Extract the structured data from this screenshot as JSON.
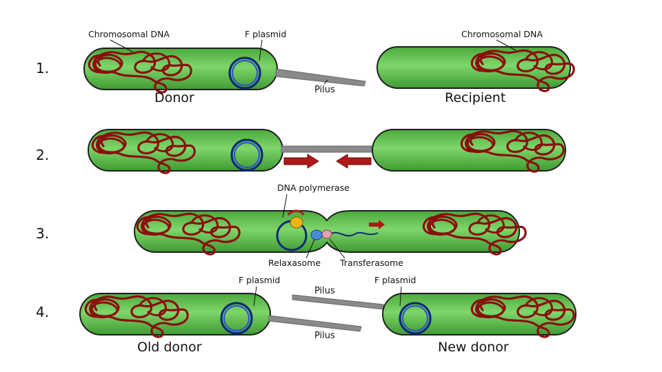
{
  "steps": [
    {
      "number": "1.",
      "left_cell": "Donor",
      "right_cell": "Recipient",
      "labels": {
        "chromosomal_left": "Chromosomal DNA",
        "f_plasmid": "F plasmid",
        "chromosomal_right": "Chromosomal DNA",
        "pilus": "Pilus"
      }
    },
    {
      "number": "2."
    },
    {
      "number": "3.",
      "labels": {
        "dna_polymerase": "DNA polymerase",
        "relaxasome": "Relaxasome",
        "transferasome": "Transferasome"
      }
    },
    {
      "number": "4.",
      "left_cell": "Old donor",
      "right_cell": "New donor",
      "labels": {
        "f_plasmid_left": "F plasmid",
        "f_plasmid_right": "F plasmid",
        "pilus_top": "Pilus",
        "pilus_bottom": "Pilus"
      }
    }
  ],
  "colors": {
    "cell_fill": "#5cbf47",
    "cell_stroke": "#1d1d1d",
    "chromosome": "#8b0e0e",
    "plasmid": "#1a3a8f",
    "pilus": "#8a8a8a",
    "arrow": "#b01818",
    "polymerase": "#f0b41c",
    "relaxasome": "#4a8ad6",
    "transferasome": "#e8a0b0"
  }
}
